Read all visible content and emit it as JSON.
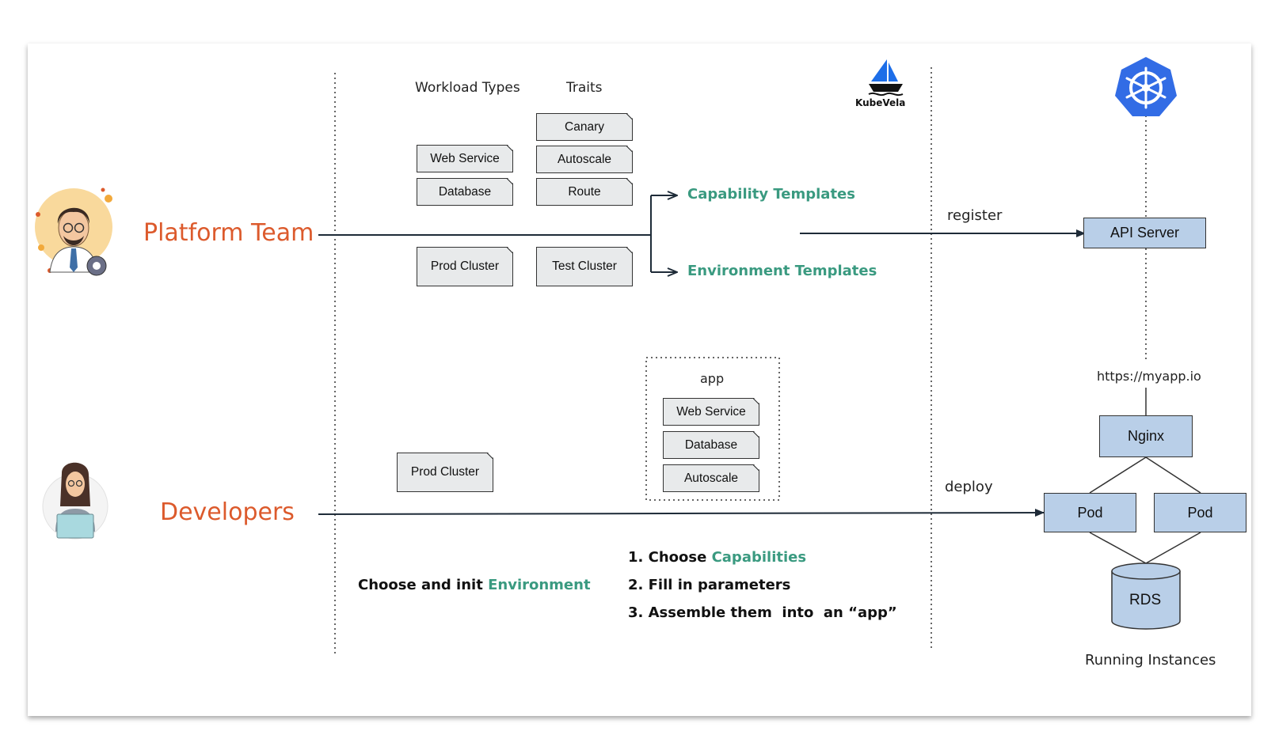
{
  "roles": {
    "platform_team": "Platform Team",
    "developers": "Developers"
  },
  "headers": {
    "workload_types": "Workload Types",
    "traits": "Traits"
  },
  "workload_types": [
    "Web Service",
    "Database"
  ],
  "traits": [
    "Canary",
    "Autoscale",
    "Route"
  ],
  "clusters": {
    "prod": "Prod Cluster",
    "test": "Test Cluster",
    "dev_prod": "Prod Cluster"
  },
  "templates": {
    "capability": "Capability Templates",
    "environment": "Environment Templates"
  },
  "logo": {
    "kubevela": "KubeVela",
    "kubernetes_icon": "kubernetes-helm-icon",
    "kubevela_icon": "sailboat-icon"
  },
  "edges": {
    "register": "register",
    "deploy": "deploy"
  },
  "api_server": "API Server",
  "app": {
    "title": "app",
    "components": [
      "Web Service",
      "Database",
      "Autoscale"
    ]
  },
  "runtime": {
    "url": "https://myapp.io",
    "nginx": "Nginx",
    "pods": [
      "Pod",
      "Pod"
    ],
    "db": "RDS",
    "caption": "Running Instances"
  },
  "steps": {
    "env_prefix": "Choose and init ",
    "env_highlight": "Environment",
    "step1_prefix": "1. Choose ",
    "step1_highlight": "Capabilities",
    "step2": "2. Fill in parameters",
    "step3": "3. Assemble them  into  an “app”"
  },
  "colors": {
    "role": "#dc5a2c",
    "highlight": "#3a9a80",
    "box_blue": "#b9cfe8",
    "box_gray": "#e8eaeb",
    "k8s_blue": "#326ce5",
    "kubevela_blue": "#1d6ee8"
  }
}
